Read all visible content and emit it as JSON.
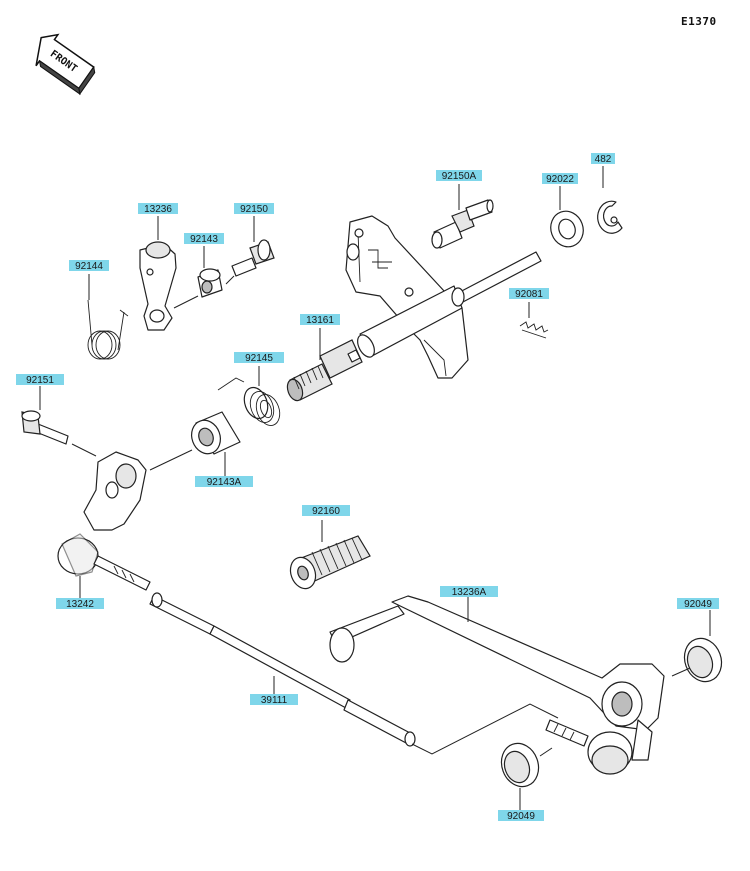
{
  "diagram_id": "E1370",
  "front_label": "FRONT",
  "parts": {
    "p482": "482",
    "p92022": "92022",
    "p92150A": "92150A",
    "p13236": "13236",
    "p92150": "92150",
    "p92143": "92143",
    "p92144": "92144",
    "p92081": "92081",
    "p13161": "13161",
    "p92145": "92145",
    "p92151": "92151",
    "p92143A": "92143A",
    "p92160": "92160",
    "p13242": "13242",
    "p13236A": "13236A",
    "p92049_top": "92049",
    "p39111": "39111",
    "p92049_bottom": "92049"
  },
  "colors": {
    "label_bg": "#7fd6ea",
    "line": "#222222"
  }
}
